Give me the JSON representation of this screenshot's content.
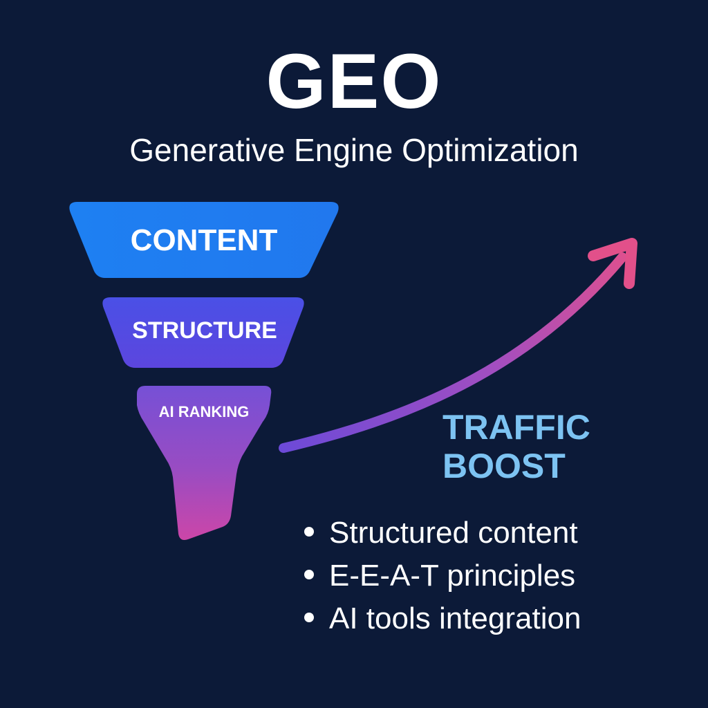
{
  "header": {
    "title": "GEO",
    "subtitle": "Generative Engine Optimization"
  },
  "funnel": {
    "levels": [
      {
        "label": "CONTENT"
      },
      {
        "label": "STRUCTURE"
      },
      {
        "label": "AI RANKING"
      }
    ]
  },
  "arrow": {
    "label_lines": [
      "TRAFFIC",
      "BOOST"
    ]
  },
  "benefits": [
    "Structured content",
    "E-E-A-T principles",
    "AI tools integration"
  ],
  "colors": {
    "background": "#0c1a38",
    "content_level": "#1e7cf0",
    "structure_level": "#5548e2",
    "ranking_top": "#7a50d8",
    "ranking_bottom": "#c648a8",
    "arrow_start": "#7048d8",
    "arrow_end": "#e2508a",
    "traffic_label": "#7dc3f2",
    "text": "#ffffff"
  }
}
